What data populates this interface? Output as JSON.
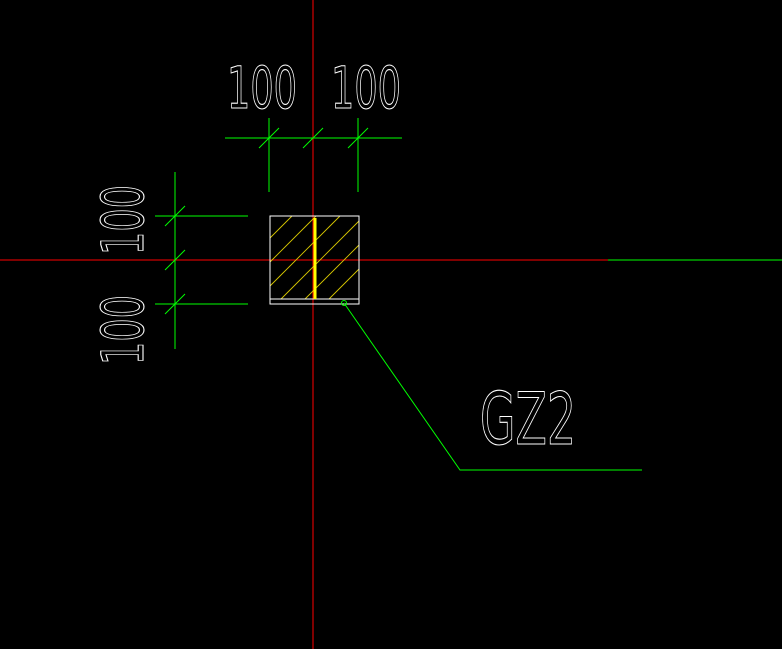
{
  "drawing": {
    "background_color": "#000000",
    "axis_color": "#ff0000",
    "dimension_color": "#00ff00",
    "leader_color": "#00ff00",
    "outline_color": "#ffffff",
    "hatch_color": "#d8c800",
    "rebar_color": "#ffff00",
    "text_color": "#ffffff"
  },
  "dimensions": {
    "top_left": "100",
    "top_right": "100",
    "left_upper": "100",
    "left_lower": "100"
  },
  "label": {
    "text": "GZ2"
  }
}
